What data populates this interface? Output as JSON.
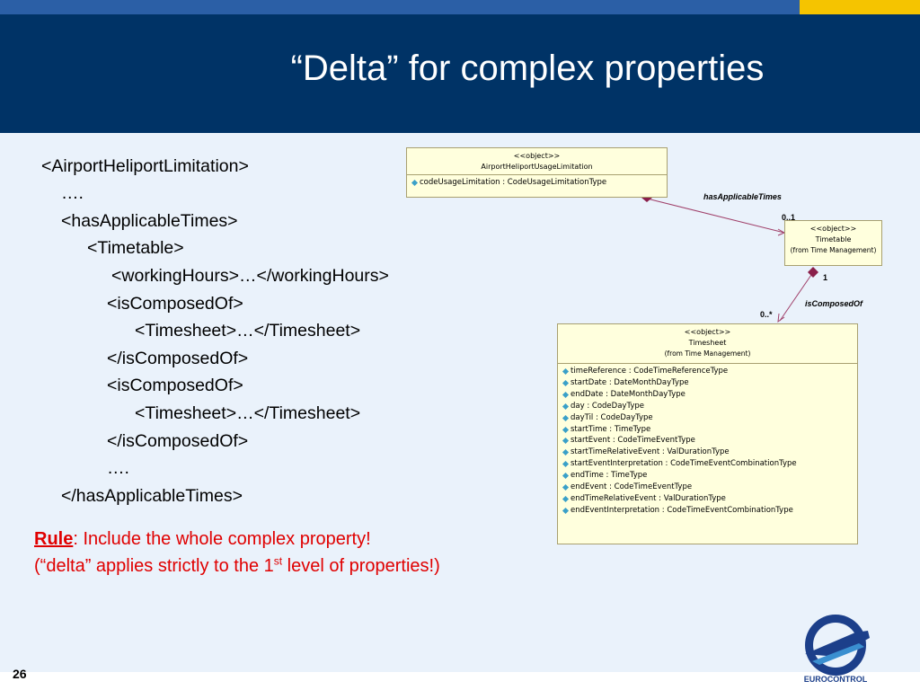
{
  "title": "“Delta” for complex properties",
  "xml_lines": [
    "<AirportHeliportLimitation>",
    "….",
    "<hasApplicableTimes>",
    "<Timetable>",
    "<workingHours>…</workingHours>",
    "<isComposedOf>",
    "<Timesheet>…</Timesheet>",
    "</isComposedOf>",
    "<isComposedOf>",
    "<Timesheet>…</Timesheet>",
    "</isComposedOf>",
    "….",
    "</hasApplicableTimes>"
  ],
  "rule": {
    "key": "Rule",
    "line1_rest": ": Include the whole complex property!",
    "line2_pre": "(“delta” applies strictly to the 1",
    "line2_sup": "st",
    "line2_post": " level of properties!)"
  },
  "uml": {
    "limitation": {
      "stereotype": "<<object>>",
      "name": "AirportHeliportUsageLimitation",
      "attributes": [
        "codeUsageLimitation : CodeUsageLimitationType"
      ]
    },
    "timetable": {
      "stereotype": "<<object>>",
      "name": "Timetable",
      "source": "(from Time Management)"
    },
    "timesheet": {
      "stereotype": "<<object>>",
      "name": "Timesheet",
      "source": "(from Time Management)",
      "attributes": [
        "timeReference : CodeTimeReferenceType",
        "startDate : DateMonthDayType",
        "endDate : DateMonthDayType",
        "day : CodeDayType",
        "dayTil : CodeDayType",
        "startTime : TimeType",
        "startEvent : CodeTimeEventType",
        "startTimeRelativeEvent : ValDurationType",
        "startEventInterpretation : CodeTimeEventCombinationType",
        "endTime : TimeType",
        "endEvent : CodeTimeEventType",
        "endTimeRelativeEvent : ValDurationType",
        "endEventInterpretation : CodeTimeEventCombinationType"
      ]
    },
    "assoc1": {
      "label": "hasApplicableTimes",
      "mult": "0..1"
    },
    "assoc2": {
      "label": "isComposedOf",
      "mult_src": "1",
      "mult_dst": "0..*"
    }
  },
  "footer": {
    "page_number": "26",
    "logo_text": "EUROCONTROL"
  },
  "colors": {
    "header_bg": "#003366",
    "accent_strip": "#2b5fa6",
    "gold": "#f5c400",
    "content_bg": "#eaf2fb",
    "rule_text": "#e00000",
    "uml_fill": "#ffffdd",
    "connector": "#a0406a"
  }
}
